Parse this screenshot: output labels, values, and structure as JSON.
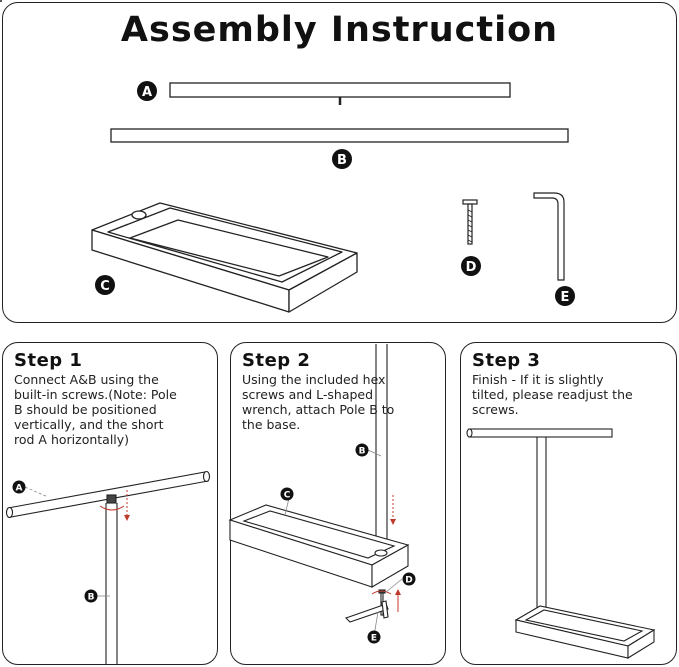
{
  "header": {
    "title": "Assembly Instruction"
  },
  "parts": {
    "a": "A",
    "b": "B",
    "c": "C",
    "d": "D",
    "e": "E"
  },
  "steps": [
    {
      "title": "Step 1",
      "text": "Connect A&B using the\nbuilt-in screws.(Note: Pole\nB should be positioned\nvertically, and the short\nrod A horizontally)"
    },
    {
      "title": "Step 2",
      "text": "Using the included hex\nscrews and L-shaped\nwrench, attach Pole B to\nthe base."
    },
    {
      "title": "Step 3",
      "text": "Finish - If it is slightly\ntilted, please readjust the\nscrews."
    }
  ],
  "colors": {
    "stroke": "#222222",
    "accent_arrow": "#c0392b",
    "label_fill": "#111111"
  }
}
